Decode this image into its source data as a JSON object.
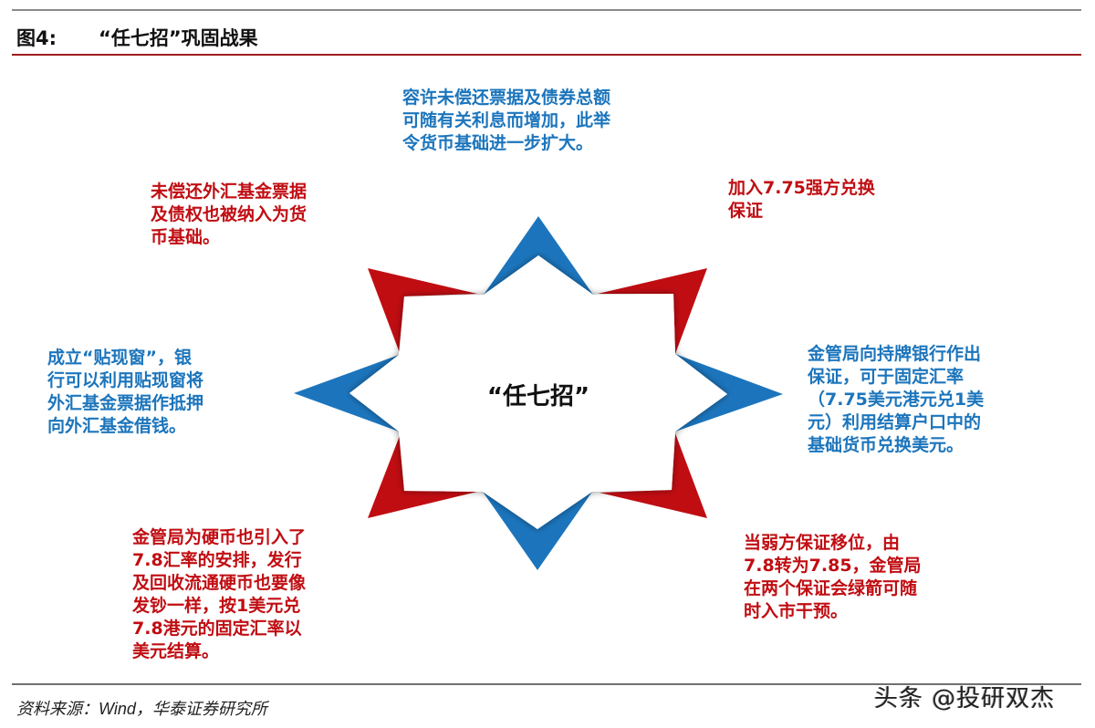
{
  "figure": {
    "number_label": "图4:",
    "title": "“任七招”巩固战果"
  },
  "diagram": {
    "center_label": "“任七招”",
    "colors": {
      "blue": "#1c75bc",
      "red": "#c00d12"
    },
    "notes": [
      {
        "position": "top",
        "color": "blue",
        "lines": [
          "容许未偿还票据及债券总额",
          "可随有关利息而增加，此举",
          "令货币基础进一步扩大。"
        ]
      },
      {
        "position": "top-right",
        "color": "red",
        "lines": [
          "加入7.75强方兑换",
          "保证"
        ]
      },
      {
        "position": "right",
        "color": "blue",
        "lines": [
          "金管局向持牌银行作出",
          "保证，可于固定汇率",
          "（7.75美元港元兑1美",
          "元）利用结算户口中的",
          "基础货币兑换美元。"
        ]
      },
      {
        "position": "bottom-right",
        "color": "red",
        "lines": [
          "当弱方保证移位，由",
          "7.8转为7.85，金管局",
          "在两个保证会绿箭可随",
          "时入市干预。"
        ]
      },
      {
        "position": "bottom-left",
        "color": "red",
        "lines": [
          "金管局为硬币也引入了",
          "7.8汇率的安排，发行",
          "及回收流通硬币也要像",
          "发钞一样，按1美元兑",
          "7.8港元的固定汇率以",
          "美元结算。"
        ]
      },
      {
        "position": "left",
        "color": "blue",
        "lines": [
          "成立“贴现窗”，银",
          "行可以利用贴现窗将",
          "外汇基金票据作抵押",
          "向外汇基金借钱。"
        ]
      },
      {
        "position": "top-left",
        "color": "red",
        "lines": [
          "未偿还外汇基金票据",
          "及债权也被纳入为货",
          "币基础。"
        ]
      }
    ]
  },
  "footer": {
    "source_prefix": "资料来源：",
    "source_wind": "Wind",
    "source_suffix": "，华泰证券研究所",
    "watermark": "头条 @投研双杰"
  }
}
